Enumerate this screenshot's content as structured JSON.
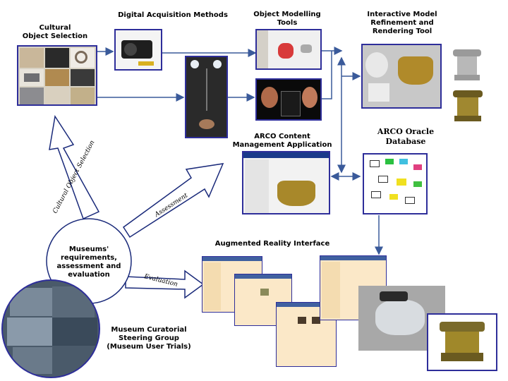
{
  "labels": {
    "cultural_object_selection": "Cultural\nObject Selection",
    "digital_acquisition": "Digital Acquisition Methods",
    "object_modelling": "Object Modelling\nTools",
    "interactive_model": "Interactive Model\nRefinement and\nRendering Tool",
    "arco_content": "ARCO Content\nManagement Application",
    "arco_oracle": "ARCO Oracle\nDatabase",
    "augmented_reality": "Augmented Reality Interface",
    "museums_requirements": "Museums'\nrequirements,\nassessment and\nevaluation",
    "museum_curatorial": "Museum Curatorial\nSteering Group\n(Museum User Trials)"
  },
  "arrow_labels": {
    "cultural_object_selection": "Cultural Object Selection",
    "assessment": "Assessment",
    "evaluation": "Evaluation"
  },
  "colors": {
    "frame_border": "#2e2e9a",
    "arrow": "#3a5a9a",
    "big_arrow_outline": "#1a2a7a"
  }
}
